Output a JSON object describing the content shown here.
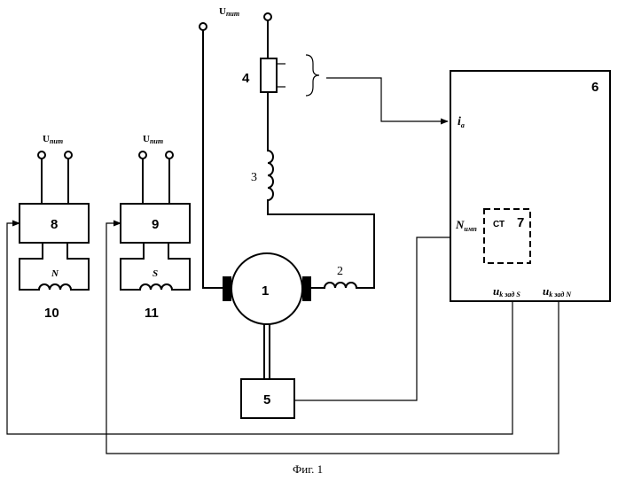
{
  "supply_label": {
    "main": "U",
    "sub": "пит"
  },
  "blocks": {
    "b1": "1",
    "b2": "2",
    "b3": "3",
    "b4": "4",
    "b5": "5",
    "b6": "6",
    "b7": "7",
    "b8": "8",
    "b9": "9",
    "b10": "10",
    "b11": "11"
  },
  "counter_label": "СТ",
  "pole_labels": {
    "north": "N",
    "south": "S"
  },
  "inputs": {
    "current": {
      "main": "i",
      "sub": "а"
    },
    "pulses": {
      "main": "N",
      "sub": "имп"
    },
    "set_s": {
      "main": "u",
      "sub": "k зад S"
    },
    "set_n": {
      "main": "u",
      "sub": "k зад N"
    }
  },
  "caption": "Фиг. 1"
}
